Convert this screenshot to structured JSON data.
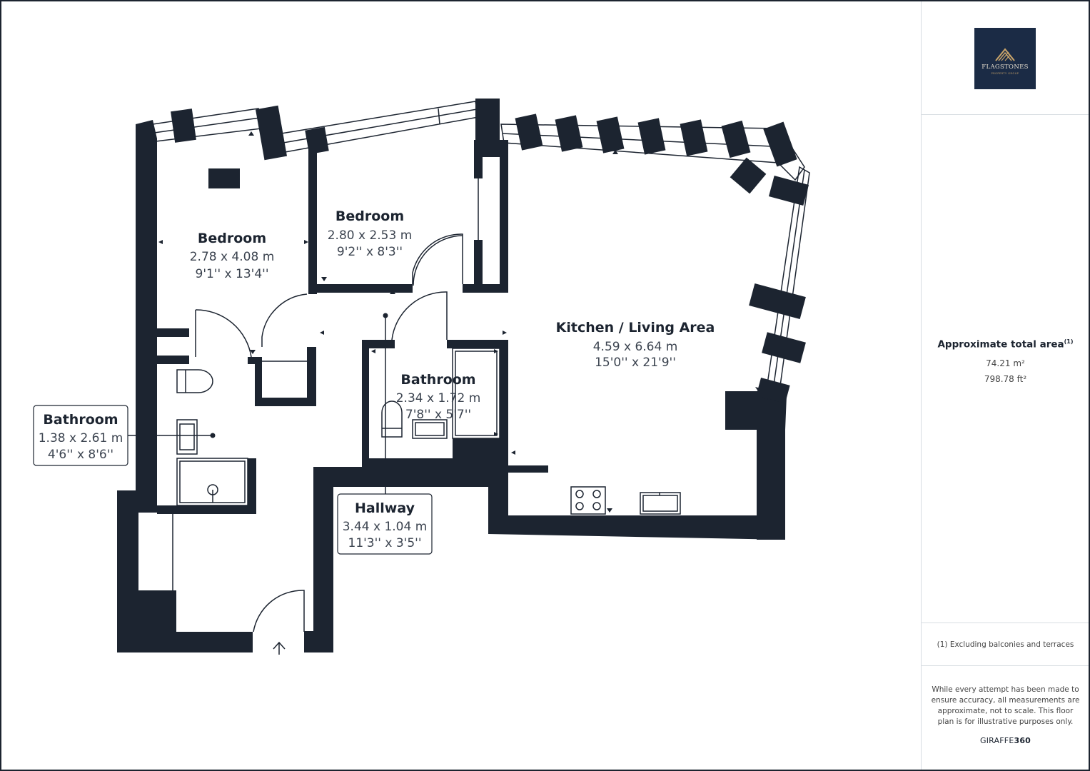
{
  "rooms": {
    "bedroom_1": {
      "name": "Bedroom",
      "metric": "2.78 x 4.08 m",
      "imperial": "9'1'' x 13'4''"
    },
    "bedroom_2": {
      "name": "Bedroom",
      "metric": "2.80 x 2.53 m",
      "imperial": "9'2'' x 8'3''"
    },
    "kitchen": {
      "name": "Kitchen / Living Area",
      "metric": "4.59 x 6.64 m",
      "imperial": "15'0'' x 21'9''"
    },
    "bathroom_1": {
      "name": "Bathroom",
      "metric": "2.34 x 1.72 m",
      "imperial": "7'8'' x 5'7''"
    },
    "bathroom_2": {
      "name": "Bathroom",
      "metric": "1.38 x 2.61 m",
      "imperial": "4'6'' x 8'6''"
    },
    "hallway": {
      "name": "Hallway",
      "metric": "3.44 x 1.04 m",
      "imperial": "11'3'' x 3'5''"
    }
  },
  "sidebar": {
    "logo_text": "FLAGSTONES",
    "logo_subtext": "PROPERTY GROUP",
    "area_title": "Approximate total area",
    "area_footnote_mark": "(1)",
    "area_m2": "74.21 m²",
    "area_ft2": "798.78 ft²",
    "footnote": "(1) Excluding balconies and terraces",
    "disclaimer": "While every attempt has been made to ensure accuracy, all measurements are approximate, not to scale. This floor plan is for illustrative purposes only.",
    "brand_light": "GIRAFFE",
    "brand_bold": "360"
  },
  "colors": {
    "wall": "#1c2430",
    "logo_bg": "#1b2b45",
    "logo_gold": "#c9a46a"
  }
}
